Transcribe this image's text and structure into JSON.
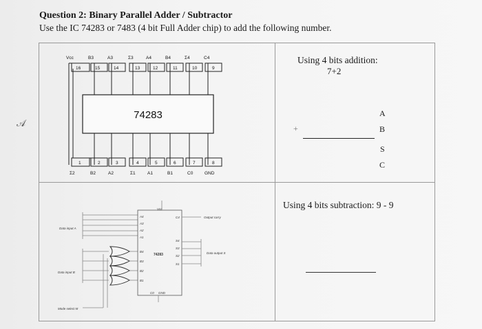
{
  "header": {
    "title": "Question 2: Binary Parallel Adder / Subtractor",
    "instruction": "Use the IC 74283 or 7483 (4 bit Full Adder chip)  to add the following number."
  },
  "chip": {
    "label": "74283",
    "top_pins": [
      {
        "name": "Vcc",
        "num": "16"
      },
      {
        "name": "B3",
        "num": "15"
      },
      {
        "name": "A3",
        "num": "14"
      },
      {
        "name": "Σ3",
        "num": "13"
      },
      {
        "name": "A4",
        "num": "12"
      },
      {
        "name": "B4",
        "num": "11"
      },
      {
        "name": "Σ4",
        "num": "10"
      },
      {
        "name": "C4",
        "num": "9"
      }
    ],
    "bottom_pins": [
      {
        "name": "Σ2",
        "num": "1"
      },
      {
        "name": "B2",
        "num": "2"
      },
      {
        "name": "A2",
        "num": "3"
      },
      {
        "name": "Σ1",
        "num": "4"
      },
      {
        "name": "A1",
        "num": "5"
      },
      {
        "name": "B1",
        "num": "6"
      },
      {
        "name": "C0",
        "num": "7"
      },
      {
        "name": "GND",
        "num": "8"
      }
    ]
  },
  "addition": {
    "label": "Using 4 bits addition:",
    "expression": "7+2",
    "letters": [
      "A",
      "B",
      "S",
      "C"
    ],
    "plus": "+"
  },
  "subtraction": {
    "label": "Using 4 bits subtraction: 9 - 9"
  },
  "diagram": {
    "chip_label": "74283",
    "vcc": "Vcc",
    "left_labels": [
      "Data input A",
      "Data input B",
      "Mode select M"
    ],
    "right_labels": [
      "Output carry",
      "Data output S"
    ],
    "pin_labels_left": [
      "A4",
      "A3",
      "A2",
      "A1",
      "B4",
      "B3",
      "B2",
      "B1"
    ],
    "pin_labels_right": [
      "C4",
      "S4",
      "S3",
      "S2",
      "S1"
    ],
    "bottom_labels": [
      "C0",
      "GND"
    ]
  },
  "margin_mark": "𝒜"
}
